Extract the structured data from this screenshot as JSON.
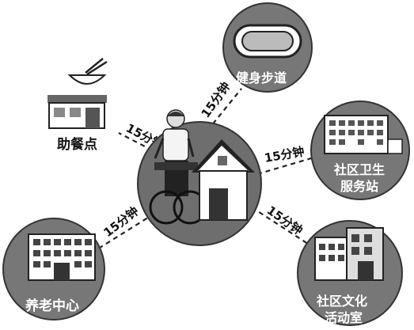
{
  "center": {
    "icon": "house-with-person-in-wheelchair-icon"
  },
  "places": {
    "meal": {
      "name": "助餐点",
      "time": "15分钟",
      "icon": "canteen-bowl-icon"
    },
    "walkway": {
      "name": "健身步道",
      "time": "15分钟",
      "icon": "running-track-icon"
    },
    "health": {
      "name_line1": "社区卫生",
      "name_line2": "服务站",
      "time": "15分钟",
      "icon": "health-station-building-icon"
    },
    "elder": {
      "name": "养老中心",
      "time": "15分钟",
      "icon": "elderly-care-building-icon"
    },
    "culture": {
      "name_line1": "社区文化",
      "name_line2": "活动室",
      "time": "15分钟",
      "icon": "culture-activity-building-icon"
    }
  }
}
